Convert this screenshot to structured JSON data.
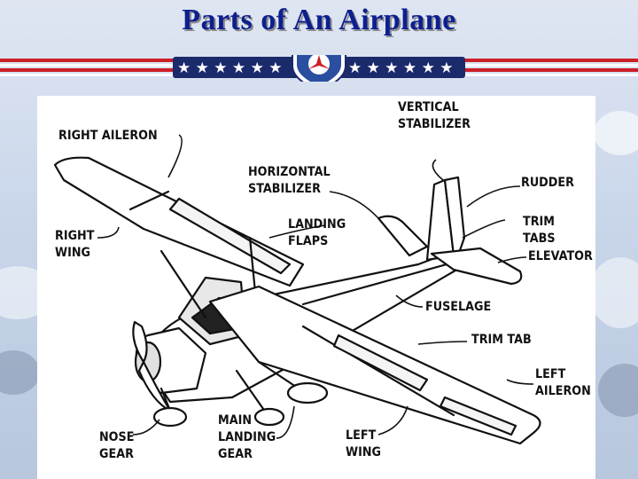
{
  "title": "Parts of An Airplane",
  "colors": {
    "title": "#0d1f8f",
    "stripe_red": "#cc1f26",
    "stripe_navy": "#1b2a6b",
    "shield_blue": "#2a4fa0"
  },
  "labels": {
    "right_aileron": "RIGHT AILERON",
    "vertical_stabilizer": "VERTICAL\nSTABILIZER",
    "horizontal_stabilizer": "HORIZONTAL\nSTABILIZER",
    "rudder": "RUDDER",
    "landing_flaps": "LANDING\nFLAPS",
    "trim_tabs": "TRIM TABS",
    "right_wing": "RIGHT\nWING",
    "elevator": "ELEVATOR",
    "fuselage": "FUSELAGE",
    "trim_tab": "TRIM TAB",
    "left_aileron": "LEFT\nAILERON",
    "nose_gear": "NOSE\nGEAR",
    "main_landing_gear": "MAIN\nLANDING\nGEAR",
    "left_wing": "LEFT\nWING"
  }
}
